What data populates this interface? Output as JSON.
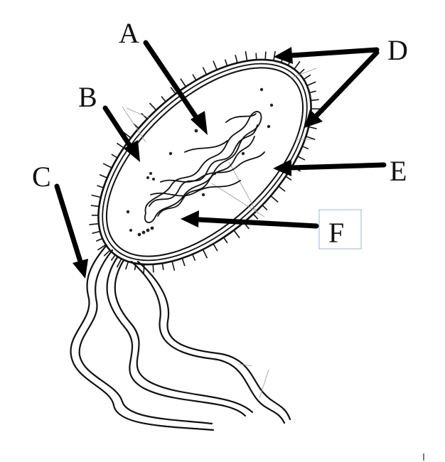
{
  "labels": {
    "a": "A",
    "b": "B",
    "c": "C",
    "d": "D",
    "e": "E",
    "f": "F"
  },
  "colors": {
    "ink": "#111111",
    "label_box_border": "#9fb6d6"
  }
}
